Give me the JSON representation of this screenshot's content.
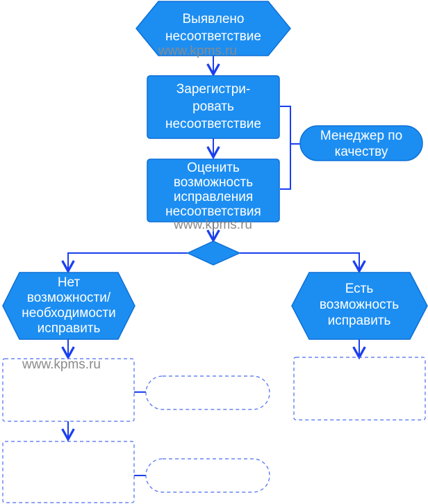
{
  "colors": {
    "node_fill": "#1c8ef2",
    "node_stroke": "#0d6fd6",
    "connector": "#1a3ff0",
    "placeholder_stroke": "#4a6cf0",
    "text": "#ffffff",
    "watermark": "#8a8a8a"
  },
  "nodes": {
    "start": [
      "Выявлено",
      "несоответствие"
    ],
    "register": [
      "Зарегистри-",
      "ровать",
      "несоответствие"
    ],
    "evaluate": [
      "Оценить",
      "возможность",
      "исправления",
      "несоответствия"
    ],
    "manager": [
      "Менеджер по",
      "качеству"
    ],
    "no_possibility": [
      "Нет",
      "возможности/",
      "необходимости",
      "исправить"
    ],
    "can_fix": [
      "Есть",
      "возможность",
      "исправить"
    ]
  },
  "watermarks": [
    "www.kpms.ru",
    "www.kpms.ru",
    "www.kpms.ru"
  ]
}
